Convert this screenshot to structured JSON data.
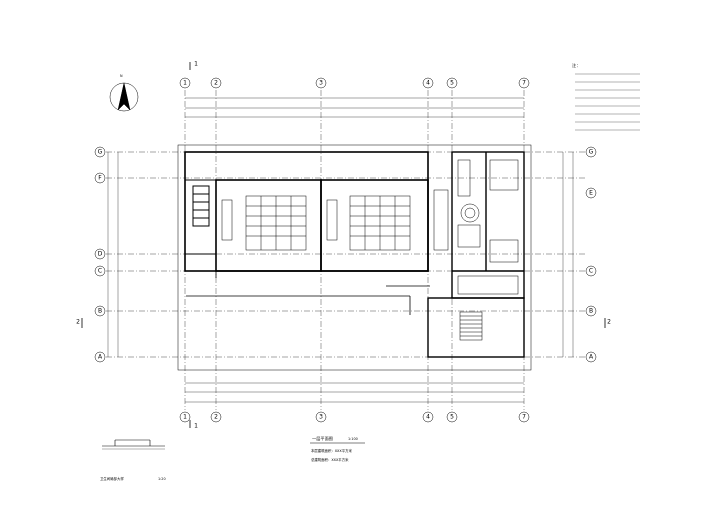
{
  "title_block": {
    "drawing_title": "一层平面图",
    "scale": "1:100",
    "note_line_1": "本层建筑面积：XXX平方米",
    "note_line_2": "总建筑面积：XXX平方米"
  },
  "grid": {
    "top": [
      "1",
      "2",
      "3",
      "4",
      "5",
      "7"
    ],
    "bottom": [
      "1",
      "2",
      "3",
      "4",
      "5",
      "7"
    ],
    "left": [
      "G",
      "F",
      "D",
      "C",
      "B",
      "A"
    ],
    "right": [
      "G",
      "E",
      "C",
      "B",
      "A"
    ]
  },
  "section_marks": [
    "1",
    "1",
    "2",
    "2"
  ],
  "north_label": "N",
  "detail_caption": "卫生间局部大样",
  "detail_scale": "1:20",
  "notes_heading": "注："
}
